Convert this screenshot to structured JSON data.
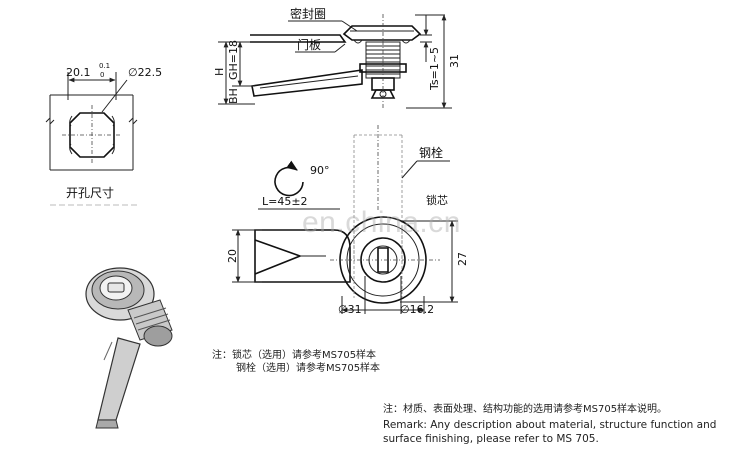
{
  "labels": {
    "seal_ring": "密封圈",
    "door_panel": "门板",
    "steel_bolt": "钢栓",
    "lock_core": "锁芯",
    "cutout_size": "开孔尺寸",
    "dim_h": "H",
    "dim_gh": "GH=18",
    "dim_bh": "BH",
    "dim_ts": "Ts=1~5",
    "dim_31_vert": "31",
    "dim_cut_width": "20.1",
    "dim_cut_tol_upper": "0.1",
    "dim_cut_tol_lower": "0",
    "dim_cut_dia": "∅22.5",
    "rotation_angle": "90°",
    "dim_l": "L=45±2",
    "dim_20": "20",
    "dim_27": "27",
    "dim_dia31": "∅31",
    "dim_dia16": "∅16.2"
  },
  "notes": {
    "note1": "注：锁芯（选用）请参考MS705样本",
    "note2": "钢栓（选用）请参考MS705样本"
  },
  "remark": {
    "cn": "注：材质、表面处理、结构功能的选用请参考MS705样本说明。",
    "en_line1": "Remark: Any description about material, structure function and",
    "en_line2": "surface finishing, please refer to MS 705."
  },
  "watermark": "en.china.cn"
}
